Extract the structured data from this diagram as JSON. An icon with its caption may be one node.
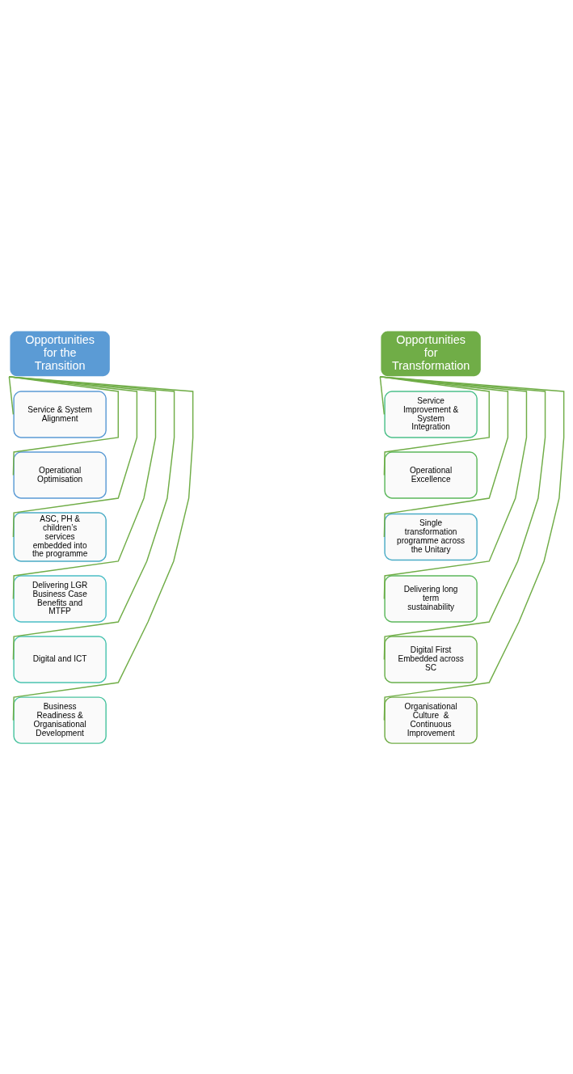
{
  "diagram": {
    "nodes": [
      {
        "text": [
          "Opportunities for the Transition"
        ]
      },
      {
        "text": [
          "Service & System Alignment"
        ]
      },
      {
        "text": [
          "Operational Optimisation"
        ]
      },
      {
        "text": [
          "ASC, PH & children’s services embedded into the programme"
        ]
      },
      {
        "text": [
          "Delivering LGR Business Case Benefits and MTFP"
        ]
      },
      {
        "text": [
          "Digital and ICT"
        ]
      },
      {
        "text": [
          "Business Readiness & Organisational Development"
        ]
      },
      {
        "text": [
          "Opportunities for Transformation"
        ]
      },
      {
        "text": [
          "Service Improvement & System Integration"
        ]
      },
      {
        "text": [
          "Operational Excellence"
        ]
      },
      {
        "text": [
          "Single transformation programme across the Unitary"
        ]
      },
      {
        "text": [
          "Delivering long term sustainability"
        ]
      },
      {
        "text": [
          "Digital First Embedded across SC"
        ]
      },
      {
        "text": [
          "Organisational Culture  & Continuous Improvement"
        ]
      }
    ],
    "edges": [
      {
        "from": 0,
        "to": 1,
        "arrow": "none"
      },
      {
        "from": 0,
        "to": 2,
        "arrow": "none"
      },
      {
        "from": 0,
        "to": 3,
        "arrow": "none"
      },
      {
        "from": 0,
        "to": 4,
        "arrow": "none"
      },
      {
        "from": 0,
        "to": 5,
        "arrow": "none"
      },
      {
        "from": 0,
        "to": 6,
        "arrow": "none"
      },
      {
        "from": 7,
        "to": 8,
        "arrow": "none"
      },
      {
        "from": 7,
        "to": 9,
        "arrow": "none"
      },
      {
        "from": 7,
        "to": 10,
        "arrow": "none"
      },
      {
        "from": 7,
        "to": 11,
        "arrow": "none"
      },
      {
        "from": 7,
        "to": 12,
        "arrow": "none"
      },
      {
        "from": 7,
        "to": 13,
        "arrow": "none"
      }
    ]
  }
}
